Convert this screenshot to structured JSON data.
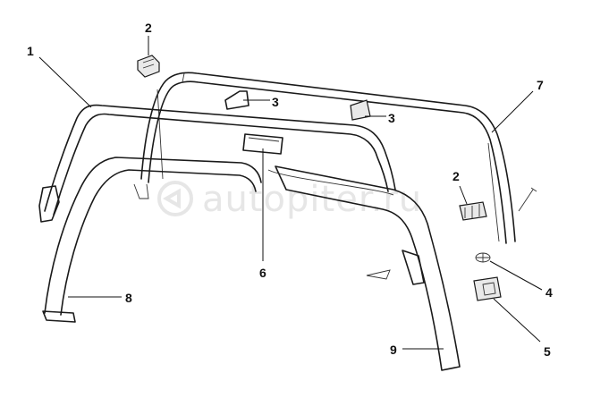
{
  "watermark": {
    "text": "autopiter.ru"
  },
  "callouts": [
    {
      "id": "c1",
      "label": "1"
    },
    {
      "id": "c2a",
      "label": "2"
    },
    {
      "id": "c2b",
      "label": "2"
    },
    {
      "id": "c3a",
      "label": "3"
    },
    {
      "id": "c3b",
      "label": "3"
    },
    {
      "id": "c4",
      "label": "4"
    },
    {
      "id": "c5",
      "label": "5"
    },
    {
      "id": "c6",
      "label": "6"
    },
    {
      "id": "c7",
      "label": "7"
    },
    {
      "id": "c8",
      "label": "8"
    },
    {
      "id": "c9",
      "label": "9"
    }
  ]
}
